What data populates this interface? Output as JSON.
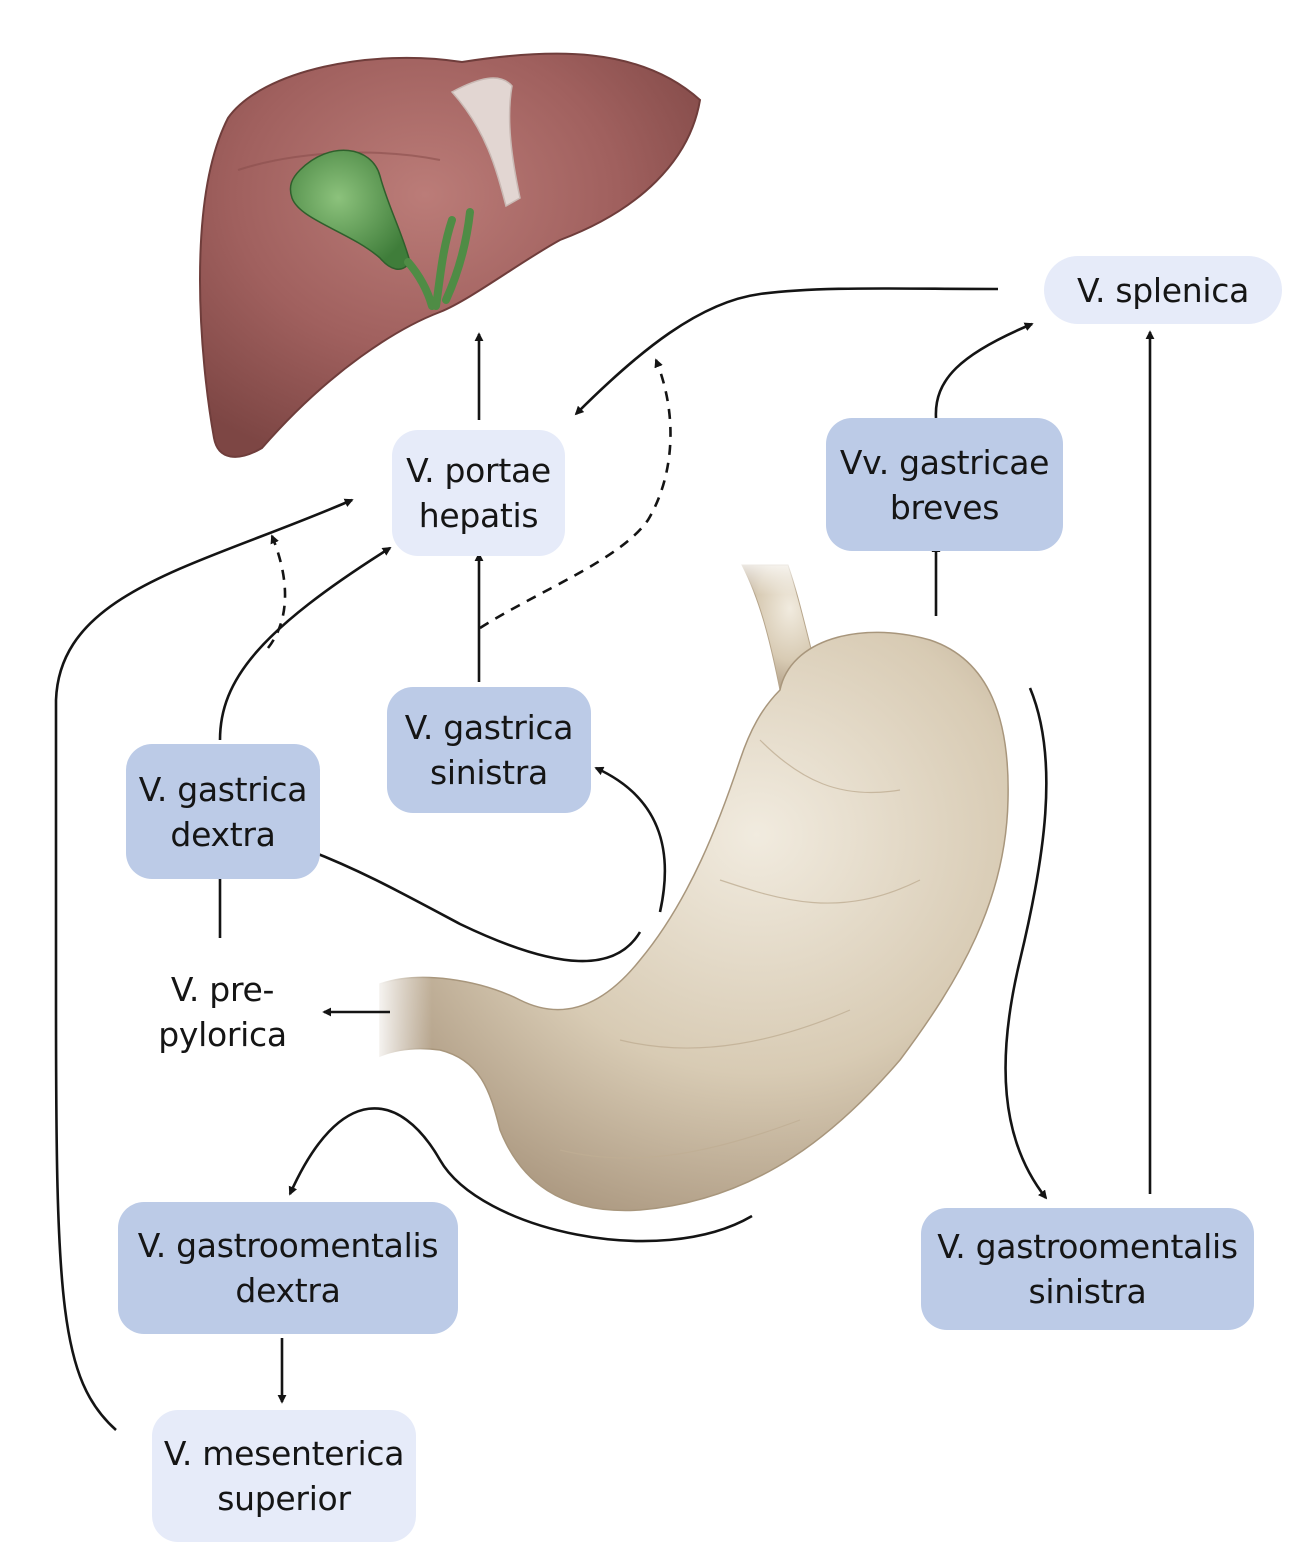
{
  "colors": {
    "node_light": "#e6ebf9",
    "node_dark": "#bccbe7",
    "arrow": "#141414",
    "liver": "#a0605e",
    "gallbladder": "#5e9a52",
    "stomach": "#d8cbb4"
  },
  "illustrations": [
    "liver",
    "stomach"
  ],
  "nodes": {
    "splenica": {
      "lines": [
        "V. splenica"
      ]
    },
    "portae": {
      "lines": [
        "V. portae",
        "hepatis"
      ]
    },
    "gastricae_breves": {
      "lines": [
        "Vv. gastricae",
        "breves"
      ]
    },
    "gastrica_sinistra": {
      "lines": [
        "V. gastrica",
        "sinistra"
      ]
    },
    "gastrica_dextra": {
      "lines": [
        "V. gastrica",
        "dextra"
      ]
    },
    "prepylorica": {
      "lines": [
        "V. pre-",
        "pylorica"
      ]
    },
    "gastroomentalis_dextra": {
      "lines": [
        "V. gastroomentalis",
        "dextra"
      ]
    },
    "gastroomentalis_sinistra": {
      "lines": [
        "V. gastroomentalis",
        "sinistra"
      ]
    },
    "mesenterica_superior": {
      "lines": [
        "V. mesenterica",
        "superior"
      ]
    }
  },
  "edges": [
    {
      "from": "splenica",
      "to": "portae",
      "style": "solid"
    },
    {
      "from": "gastricae_breves",
      "to": "splenica",
      "style": "solid"
    },
    {
      "from": "gastroomentalis_sinistra",
      "to": "splenica",
      "style": "solid"
    },
    {
      "from": "stomach",
      "to": "gastricae_breves",
      "style": "solid"
    },
    {
      "from": "stomach",
      "to": "gastroomentalis_sinistra",
      "style": "solid"
    },
    {
      "from": "portae",
      "to": "liver",
      "style": "solid"
    },
    {
      "from": "gastrica_sinistra",
      "to": "portae",
      "style": "solid"
    },
    {
      "from": "gastrica_sinistra",
      "to": "splenica",
      "style": "dashed"
    },
    {
      "from": "stomach",
      "to": "gastrica_sinistra",
      "style": "solid"
    },
    {
      "from": "gastrica_dextra",
      "to": "portae",
      "style": "solid"
    },
    {
      "from": "gastrica_dextra",
      "to": "portae",
      "style": "dashed"
    },
    {
      "from": "stomach",
      "to": "gastrica_dextra",
      "style": "solid"
    },
    {
      "from": "prepylorica",
      "to": "gastrica_dextra",
      "style": "solid"
    },
    {
      "from": "stomach",
      "to": "prepylorica",
      "style": "solid"
    },
    {
      "from": "stomach",
      "to": "gastroomentalis_dextra",
      "style": "solid"
    },
    {
      "from": "gastroomentalis_dextra",
      "to": "mesenterica_superior",
      "style": "solid"
    },
    {
      "from": "mesenterica_superior",
      "to": "portae",
      "style": "solid"
    }
  ]
}
